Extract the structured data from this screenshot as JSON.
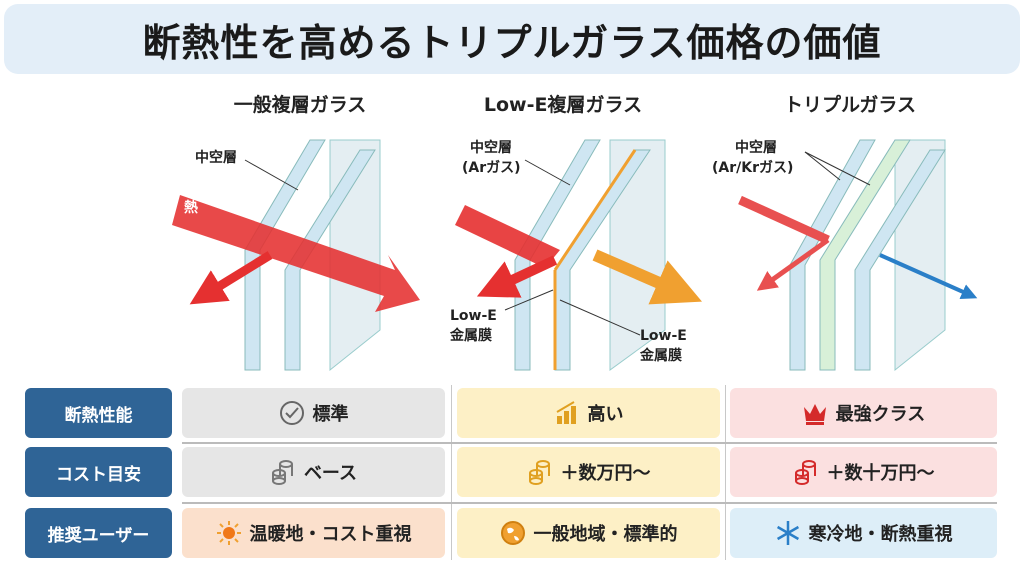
{
  "title": "断熱性を高めるトリプルガラス価格の価値",
  "columns": [
    {
      "name": "一般複層ガラス",
      "labels": {
        "cavity": "中空層",
        "heat": "熱"
      }
    },
    {
      "name": "Low-E複層ガラス",
      "labels": {
        "cavity": "中空層",
        "gas": "(Arガス)",
        "coating1a": "Low-E",
        "coating1b": "金属膜",
        "coating2a": "Low-E",
        "coating2b": "金属膜"
      }
    },
    {
      "name": "トリプルガラス",
      "labels": {
        "cavity": "中空層",
        "gas": "(Ar/Krガス)"
      }
    }
  ],
  "rows": [
    {
      "label": "断熱性能",
      "cells": [
        {
          "icon": "check-circle-icon",
          "text": "標準"
        },
        {
          "icon": "bar-chart-icon",
          "text": "高い"
        },
        {
          "icon": "crown-icon",
          "text": "最強クラス"
        }
      ]
    },
    {
      "label": "コスト目安",
      "cells": [
        {
          "icon": "coins-icon",
          "text": "ベース"
        },
        {
          "icon": "coins-icon",
          "text": "＋数万円〜"
        },
        {
          "icon": "coins-icon",
          "text": "＋数十万円〜"
        }
      ]
    },
    {
      "label": "推奨ユーザー",
      "cells": [
        {
          "icon": "sun-icon",
          "text": "温暖地・コスト重視"
        },
        {
          "icon": "globe-icon",
          "text": "一般地域・標準的"
        },
        {
          "icon": "snowflake-icon",
          "text": "寒冷地・断熱重視"
        }
      ]
    }
  ],
  "colors": {
    "header": "#2f6496",
    "heat": "#e53030",
    "lowe": "#f0a030",
    "cold": "#2a7fc8",
    "glass": "#cfe6f2"
  }
}
